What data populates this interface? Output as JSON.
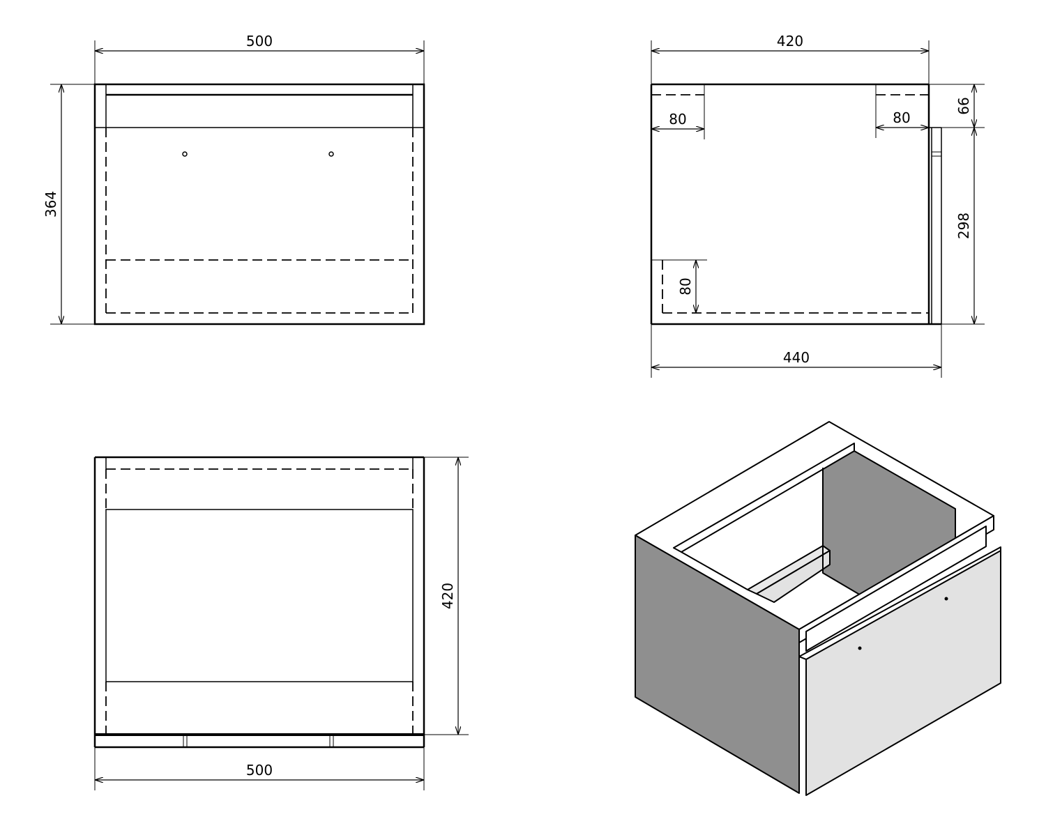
{
  "front_view": {
    "width_label": "500",
    "height_label": "364"
  },
  "side_view": {
    "depth_label": "420",
    "total_depth_label": "440",
    "left_notch_label": "80",
    "right_notch_label": "80",
    "bottom_notch_label": "80",
    "top_height_label": "66",
    "lower_height_label": "298"
  },
  "top_view": {
    "width_label": "500",
    "depth_label": "420"
  },
  "iso_view": {
    "colors": {
      "side": "#8f8f8f",
      "front": "#e2e2e2",
      "top": "#ffffff",
      "inner": "#8f8f8f"
    }
  }
}
